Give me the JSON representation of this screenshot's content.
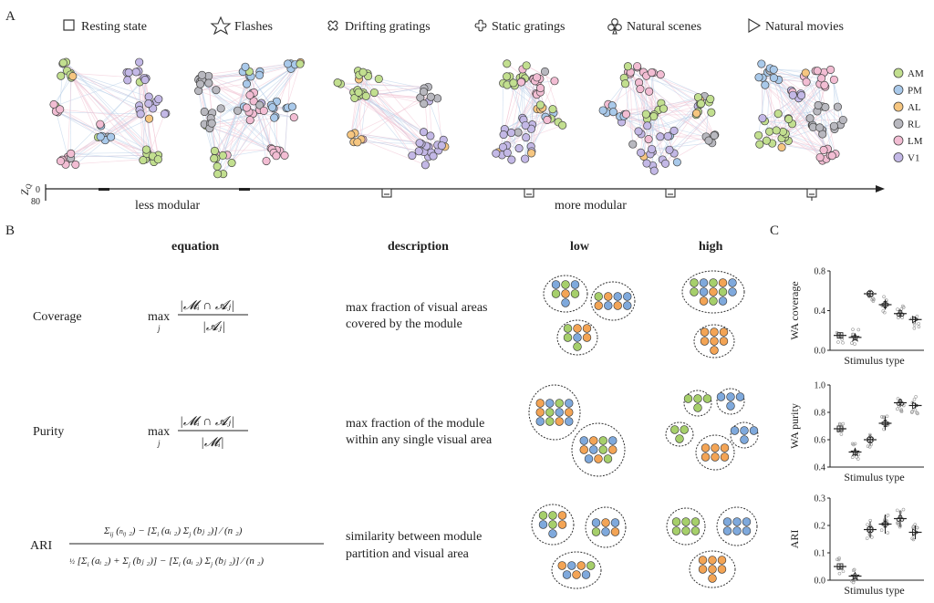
{
  "panel_labels": {
    "a": "A",
    "b": "B",
    "c": "C"
  },
  "panel_a": {
    "stimuli": [
      {
        "label": "Resting state",
        "icon": "square-icon",
        "cx": 0
      },
      {
        "label": "Flashes",
        "icon": "star-icon"
      },
      {
        "label": "Drifting gratings",
        "icon": "clover-x-icon"
      },
      {
        "label": "Static gratings",
        "icon": "clover-plus-icon"
      },
      {
        "label": "Natural scenes",
        "icon": "club-icon"
      },
      {
        "label": "Natural movies",
        "icon": "triangle-icon"
      }
    ],
    "legend": [
      {
        "label": "AM",
        "color": "#c2df8f"
      },
      {
        "label": "PM",
        "color": "#a9c9ea"
      },
      {
        "label": "AL",
        "color": "#f6c680"
      },
      {
        "label": "RL",
        "color": "#b8b8bf"
      },
      {
        "label": "LM",
        "color": "#f2bdd3"
      },
      {
        "label": "V1",
        "color": "#c3b8e6"
      }
    ],
    "axis": {
      "label": "Z",
      "label_sub": "Q",
      "tick_top": "0",
      "tick_bottom": "80",
      "left_text": "less modular",
      "right_text": "more modular"
    }
  },
  "panel_b": {
    "headers": {
      "equation": "equation",
      "description": "description",
      "low": "low",
      "high": "high"
    },
    "rows": [
      {
        "name": "Coverage",
        "description_lines": [
          "max fraction of visual areas",
          "covered by the module"
        ]
      },
      {
        "name": "Purity",
        "description_lines": [
          "max fraction of the module",
          "within any single visual area"
        ]
      },
      {
        "name": "ARI",
        "description_lines": [
          "similarity between module",
          "partition and visual area"
        ]
      }
    ],
    "equations": {
      "coverage_num": "|𝓜ᵢ ∩ 𝓐ⱼ|",
      "coverage_den": "|𝓐ⱼ|",
      "purity_num": "|𝓜ᵢ ∩ 𝓐ⱼ|",
      "purity_den": "|𝓜ᵢ|",
      "max": "max",
      "max_sub": "j"
    },
    "cluster_colors": {
      "green": "#a6cf6b",
      "blue": "#7fa9dc",
      "orange": "#f3a455"
    }
  },
  "chart_data": [
    {
      "type": "scatter",
      "ylabel": "WA coverage",
      "xlabel": "Stimulus type",
      "ylim": [
        0,
        0.8
      ],
      "yticks": [
        "0.0",
        "0.4",
        "0.8"
      ],
      "categories": [
        "Resting state",
        "Flashes",
        "Drifting gratings",
        "Static gratings",
        "Natural scenes",
        "Natural movies"
      ],
      "means": [
        0.15,
        0.13,
        0.57,
        0.46,
        0.37,
        0.31
      ],
      "errors": [
        0.03,
        0.03,
        0.04,
        0.05,
        0.04,
        0.03
      ]
    },
    {
      "type": "scatter",
      "ylabel": "WA purity",
      "xlabel": "Stimulus type",
      "ylim": [
        0.4,
        1.0
      ],
      "yticks": [
        "0.4",
        "0.6",
        "0.8",
        "1.0"
      ],
      "categories": [
        "Resting state",
        "Flashes",
        "Drifting gratings",
        "Static gratings",
        "Natural scenes",
        "Natural movies"
      ],
      "means": [
        0.68,
        0.51,
        0.6,
        0.72,
        0.87,
        0.85
      ],
      "errors": [
        0.02,
        0.03,
        0.04,
        0.05,
        0.03,
        0.02
      ]
    },
    {
      "type": "scatter",
      "ylabel": "ARI",
      "xlabel": "Stimulus type",
      "ylim": [
        0,
        0.3
      ],
      "yticks": [
        "0.0",
        "0.1",
        "0.2",
        "0.3"
      ],
      "categories": [
        "Resting state",
        "Flashes",
        "Drifting gratings",
        "Static gratings",
        "Natural scenes",
        "Natural movies"
      ],
      "means": [
        0.05,
        0.015,
        0.185,
        0.205,
        0.225,
        0.175
      ],
      "errors": [
        0.01,
        0.005,
        0.03,
        0.035,
        0.03,
        0.025
      ]
    }
  ]
}
